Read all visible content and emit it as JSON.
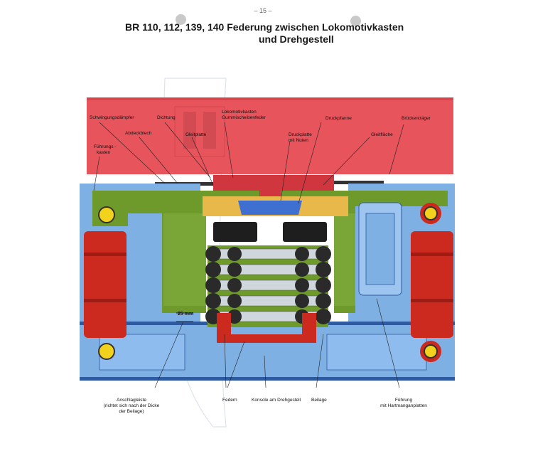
{
  "page_number": "– 15 –",
  "title": {
    "line1": "BR 110, 112, 139, 140  Federung zwischen Lokomotivkasten",
    "line2": "und Drehgestell"
  },
  "labels": {
    "schwingungsdaempfer": "Schwingungsdämpfer",
    "dichtung": "Dichtung",
    "lokomotivkasten_1": "Lokomotivkasten",
    "lokomotivkasten_2": "Gummischeibenfeder",
    "abdeckblech": "Abdeckblech",
    "gleitplatte": "Gleitplatte",
    "druckplatte_1": "Druckplatte",
    "druckplatte_2": "mit Nuten",
    "drucknapf": "Druckpfanne",
    "brueckentraeger": "Brückenträger",
    "gleitflaeche": "Gleitfläche",
    "fuehrungskasten_1": "Führungs -",
    "fuehrungskasten_2": "kasten",
    "dim_25": "25 mm",
    "anschlagleiste_1": "Anschlagleiste",
    "anschlagleiste_2": "(richtet sich nach der Dicke",
    "anschlagleiste_3": "der Beilage)",
    "federn": "Federn",
    "konsole": "Konsole am Drehgestell",
    "beilage": "Beilage",
    "fuehrung_1": "Führung",
    "fuehrung_2": "mit Hartmanganplatten"
  },
  "colors": {
    "body_red": "#e8545c",
    "green": "#6e9a2c",
    "blue": "#7fb0e3",
    "damper_red": "#cc2a1f",
    "spring_dark": "#2a2a2a",
    "pad_yellow": "#e8b84a",
    "mount_yellow": "#f2d21c"
  }
}
